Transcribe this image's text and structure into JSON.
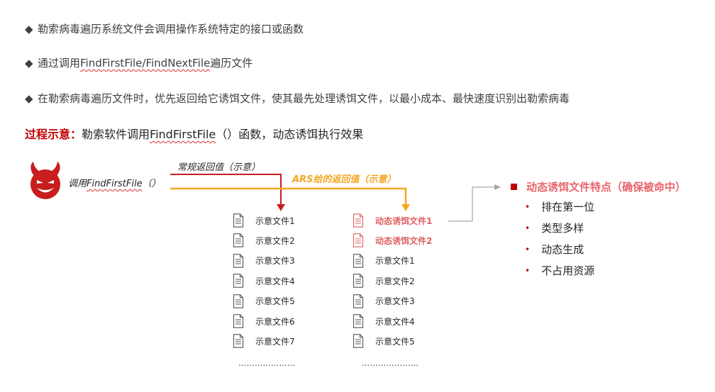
{
  "bullets": [
    {
      "text": "勒索病毒遍历系统文件会调用操作系统特定的接口或函数"
    },
    {
      "prefix": "通过调用",
      "code": "FindFirstFile/FindNextFile",
      "suffix": "遍历文件"
    },
    {
      "text": "在勒索病毒遍历文件时，优先返回给它诱饵文件，使其最先处理诱饵文件，以最小成本、最快速度识别出勒索病毒"
    }
  ],
  "process": {
    "label": "过程示意：",
    "prefix": "勒索软件调用",
    "code": "FindFirstFile",
    "suffix": "（）函数，动态诱饵执行效果"
  },
  "diagram": {
    "call_prefix": "调用",
    "call_code": "FindFirstFile",
    "call_suffix": "（）",
    "normal_return": "常规返回值（示意）",
    "ars_return": "ARS给的返回值（示意）",
    "left_files": [
      "示意文件1",
      "示意文件2",
      "示意文件3",
      "示意文件4",
      "示意文件5",
      "示意文件6",
      "示意文件7"
    ],
    "left_more": "…………………",
    "right_files": [
      {
        "name": "动态诱饵文件1",
        "bait": true
      },
      {
        "name": "动态诱饵文件2",
        "bait": true
      },
      {
        "name": "示意文件1",
        "bait": false
      },
      {
        "name": "示意文件2",
        "bait": false
      },
      {
        "name": "示意文件3",
        "bait": false
      },
      {
        "name": "示意文件4",
        "bait": false
      },
      {
        "name": "示意文件5",
        "bait": false
      }
    ],
    "right_more": "…………………"
  },
  "features": {
    "title": "动态诱饵文件特点（确保被命中）",
    "items": [
      "排在第一位",
      "类型多样",
      "动态生成",
      "不占用资源"
    ]
  },
  "colors": {
    "accent_red": "#c00000",
    "bait_red": "#e06060",
    "orange": "#f5a623",
    "devil_red": "#c81e1e"
  }
}
